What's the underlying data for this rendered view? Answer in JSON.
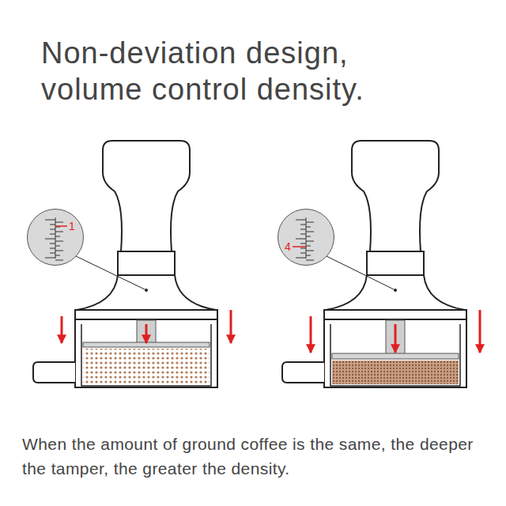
{
  "diagram": {
    "title": "Non-deviation design, volume control density.",
    "caption": "When the amount of ground coffee is the same, the deeper the tamper, the greater the density.",
    "nodes": [
      {
        "text": [
          "1"
        ]
      },
      {
        "text": [
          "4"
        ]
      }
    ]
  }
}
